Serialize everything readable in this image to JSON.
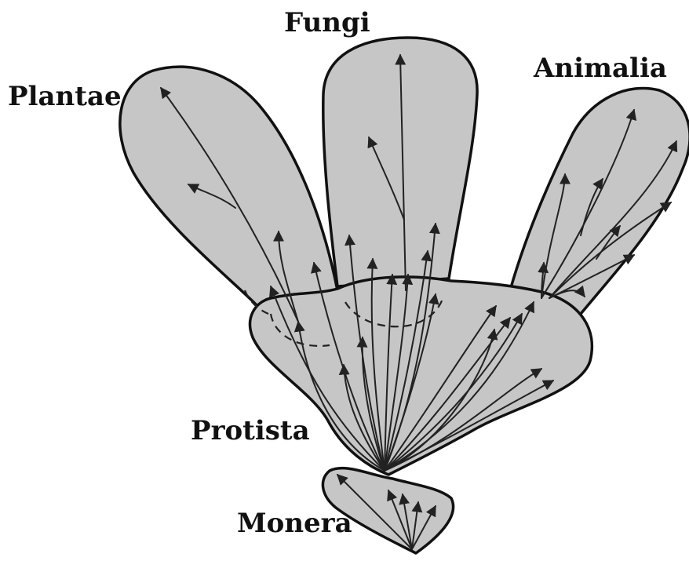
{
  "labels": {
    "fungi": "Fungi",
    "plantae": "Plantae",
    "animalia": "Animalia",
    "protista": "Protista",
    "monera": "Monera"
  },
  "colors": {
    "region_fill": "#c6c6c6",
    "outline": "#111111",
    "arrow": "#222222"
  }
}
